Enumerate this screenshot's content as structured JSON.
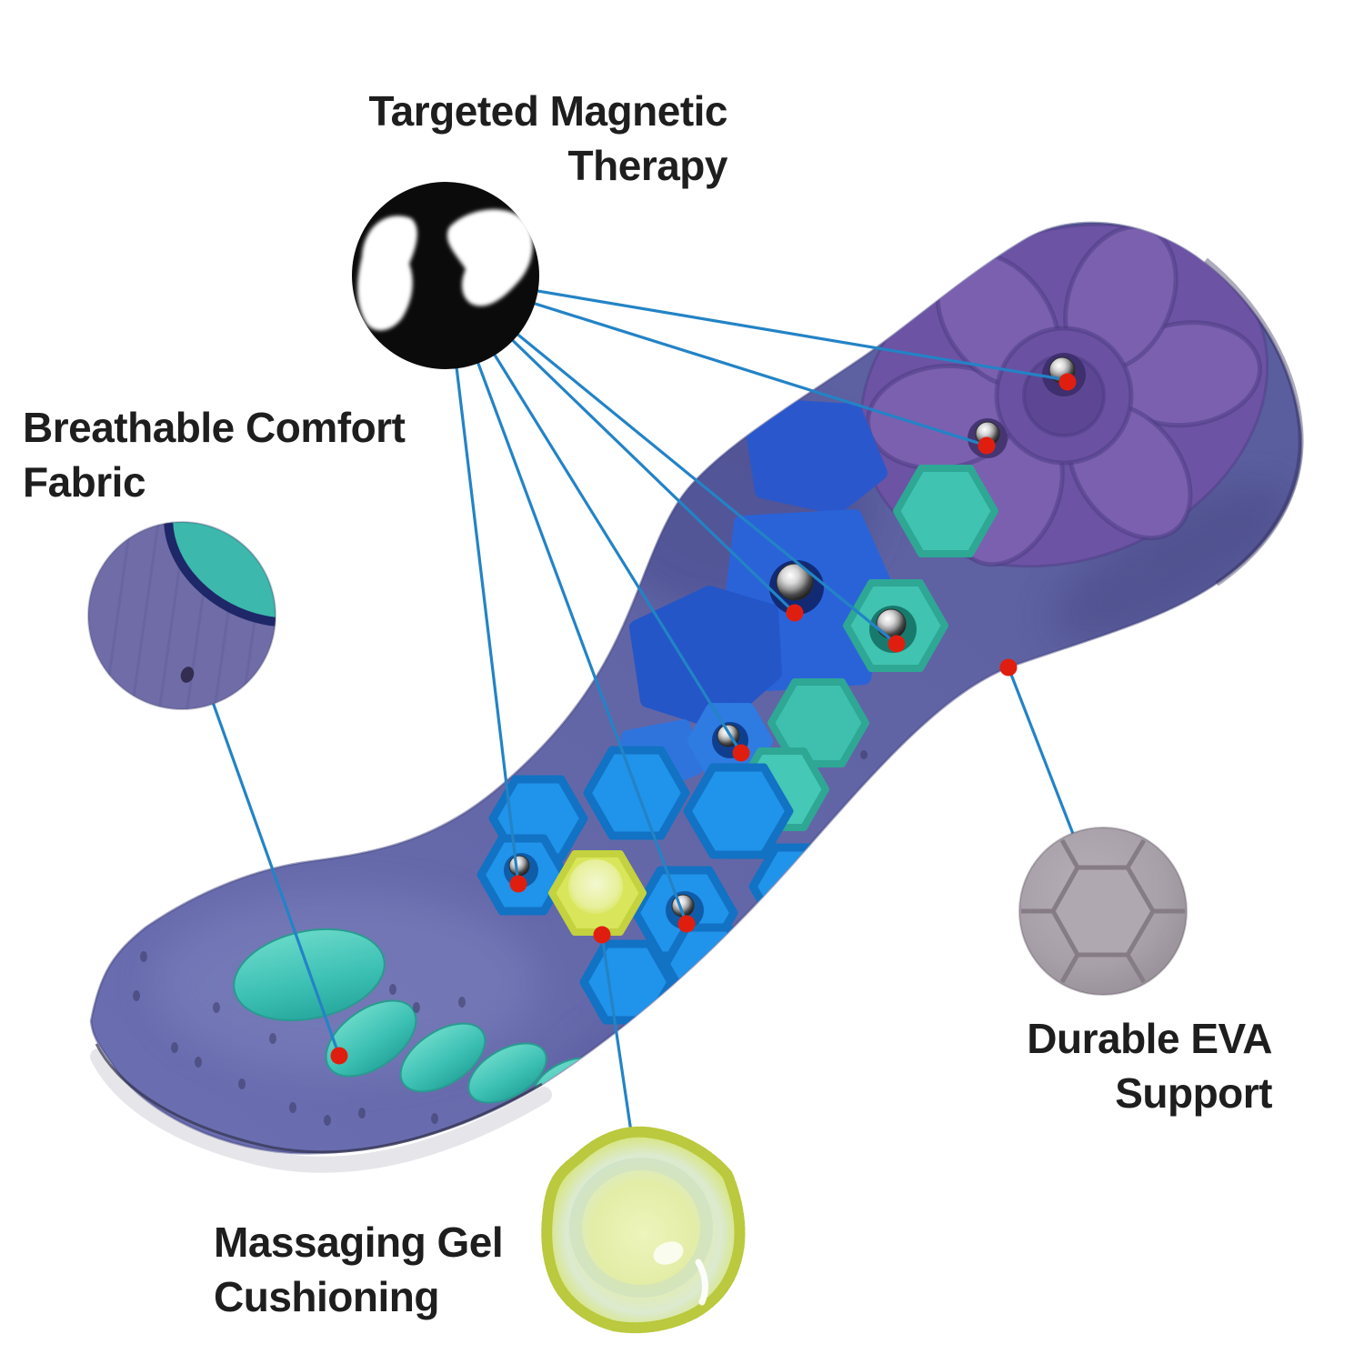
{
  "features": {
    "magnetic_therapy": {
      "line1": "Targeted Magnetic",
      "line2": "Therapy",
      "marker_count": 7
    },
    "breathable_fabric": {
      "line1": "Breathable Comfort",
      "line2": "Fabric",
      "marker_count": 1
    },
    "gel_cushioning": {
      "line1": "Massaging Gel",
      "line2": "Cushioning",
      "marker_count": 1
    },
    "eva_support": {
      "line1": "Durable EVA",
      "line2": "Support",
      "marker_count": 1
    }
  },
  "icons": {
    "magnet_icon": "abstract black-and-white magnet disc",
    "fabric_swatch": "round close-up of purple breathable fabric with teal patch and vent hole",
    "gel_swatch": "hexagonal yellow-green gel pod close-up",
    "eva_swatch": "round close-up of gray EVA foam with hexagon tread"
  },
  "colors": {
    "background": "#ffffff",
    "text": "#1e1e1e",
    "callout_line": "#2383c6",
    "marker_red": "#e01e10",
    "insole_base": "#6266a6",
    "heel_pad_purple": "#6c53a4",
    "arch_blue": "#2a5cd4",
    "forefoot_blue": "#2093ea",
    "acupressure_teal": "#41c3b1",
    "gel_yellow": "#d9e65c",
    "eva_gray": "#a8a0a8",
    "fabric_teal": "#3cb8ac"
  }
}
